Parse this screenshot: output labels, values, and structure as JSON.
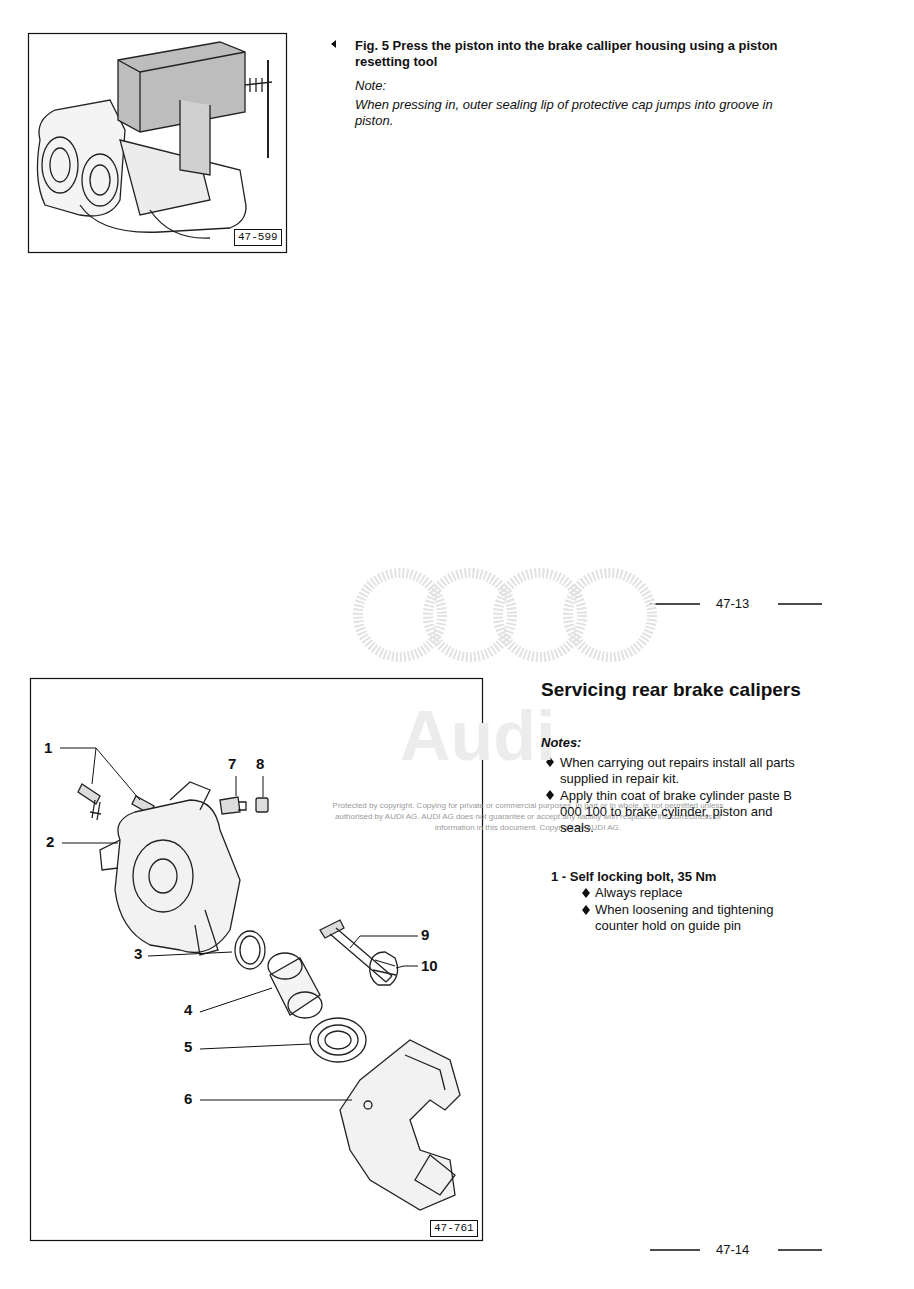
{
  "diagram": {
    "title": "Servicing rear brake calipers",
    "nodes": [
      {
        "text": [
          "47-599"
        ]
      },
      {
        "text": [
          "47-761"
        ]
      }
    ],
    "labels": [
      "Fig. 5   Press the piston into the brake calliper housing using a piston resetting tool",
      "Note:",
      "When pressing in, outer sealing lip of protective cap jumps into groove in piston.",
      "47-13",
      "Audi",
      "Protected by copyright. Copying for private or commercial purposes, in part or in whole, is not permitted unless authorised by AUDI AG. AUDI AG does not guarantee or accept any liability with respect to the correctness of information in this document. Copyright by AUDI AG.",
      "Notes:",
      "When carrying out repairs install all parts supplied in repair kit.",
      "Apply thin coat of brake cylinder paste B 000 100 to brake cylinder, piston and seals.",
      "1 - Self locking bolt, 35 Nm",
      "Always replace",
      "When loosening and tightening counter hold on guide pin",
      "1",
      "7",
      "8",
      "2",
      "3",
      "9",
      "10",
      "4",
      "5",
      "6",
      "47-14"
    ]
  }
}
